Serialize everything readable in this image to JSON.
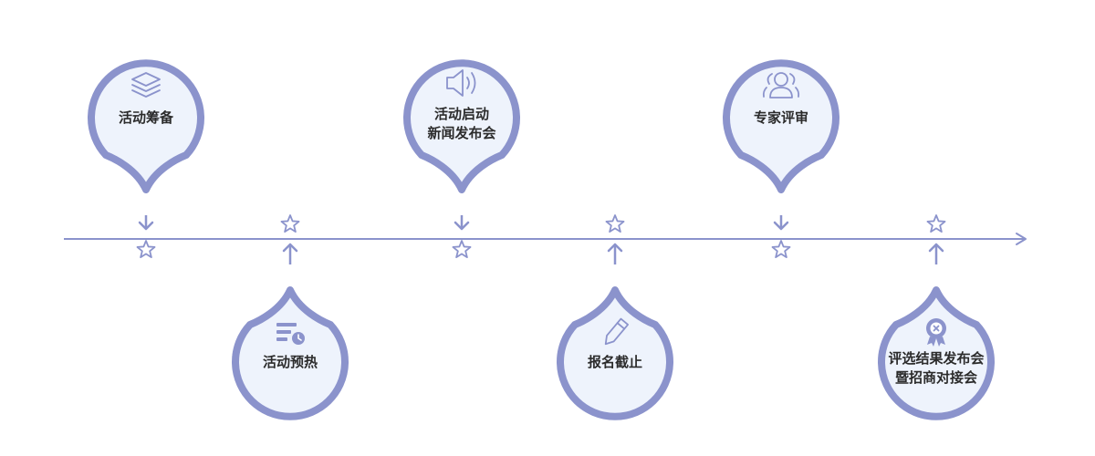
{
  "accent_color": "#8b93cc",
  "pin_fill": "#eef3fc",
  "icon_color": "#8b93cc",
  "milestones": [
    {
      "id": "preparation",
      "direction": "up",
      "icon": "layers-icon",
      "lines": [
        "活动筹备"
      ]
    },
    {
      "id": "warmup",
      "direction": "down",
      "icon": "schedule-list-icon",
      "lines": [
        "活动预热"
      ]
    },
    {
      "id": "launch",
      "direction": "up",
      "icon": "speaker-icon",
      "lines": [
        "活动启动",
        "新闻发布会"
      ]
    },
    {
      "id": "deadline",
      "direction": "down",
      "icon": "pencil-icon",
      "lines": [
        "报名截止"
      ]
    },
    {
      "id": "review",
      "direction": "up",
      "icon": "group-users-icon",
      "lines": [
        "专家评审"
      ]
    },
    {
      "id": "results",
      "direction": "down",
      "icon": "award-ribbon-icon",
      "lines": [
        "评选结果发布会",
        "暨招商对接会"
      ]
    }
  ]
}
